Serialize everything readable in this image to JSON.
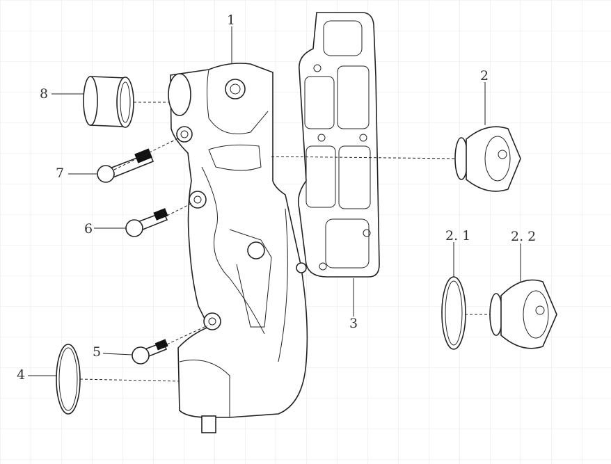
{
  "diagram": {
    "labels": {
      "p1": "1",
      "p2": "2",
      "p2_1": "2. 1",
      "p2_2": "2. 2",
      "p3": "3",
      "p4": "4",
      "p5": "5",
      "p6": "6",
      "p7": "7",
      "p8": "8"
    }
  }
}
